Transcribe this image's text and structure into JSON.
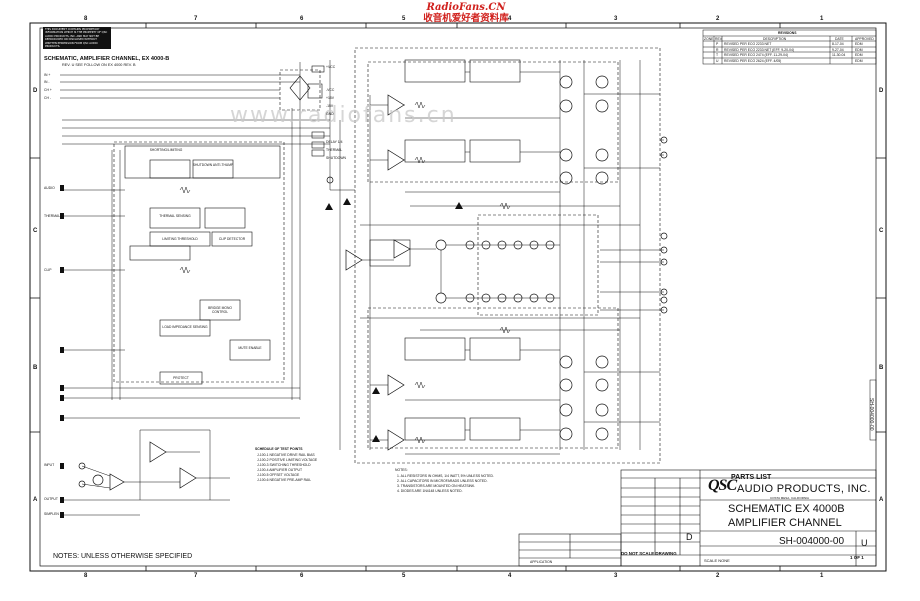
{
  "watermark": {
    "en": "RadioFans.CN",
    "zh": "收音机爱好者资料库"
  },
  "background_watermark": "www.radiofans.cn",
  "border_columns": [
    "8",
    "7",
    "6",
    "5",
    "4",
    "3",
    "2",
    "1"
  ],
  "border_rows": [
    "D",
    "C",
    "B",
    "A"
  ],
  "confidential_note": "THIS DOCUMENT CONTAINS PROPRIETARY INFORMATION WHICH IS THE PROPERTY OF QSC AUDIO PRODUCTS, INC. AND MAY NOT BE REPRODUCED OR DISCLOSED WITHOUT WRITTEN PERMISSION FROM QSC AUDIO PRODUCTS.",
  "schematic_title": "SCHEMATIC, AMPLIFIER CHANNEL, EX 4000-B",
  "schematic_subtitle": "REV. U   SEE FOLLOW ON EX 4000 REV. B",
  "revisions": {
    "header": "REVISIONS",
    "columns": [
      "ZONE",
      "REV",
      "DESCRIPTION",
      "DATE",
      "APPROVED"
    ],
    "rows": [
      [
        "",
        "P",
        "REVISED PER ECO 2233 NET",
        "8-17-04",
        "EDM"
      ],
      [
        "",
        "R",
        "REVISED PER ECO 2233 NET (EFF. 9-20-04)",
        "9-27-04",
        "EDM"
      ],
      [
        "",
        "T",
        "REVISED PER ECO 2474 (EFF. 11-29-04)",
        "11-30-04",
        "EDM"
      ],
      [
        "",
        "U",
        "REVISED PER ECO 2624 (EFF. 4/05)",
        "",
        "EDM"
      ]
    ]
  },
  "left_io_labels": [
    "IN +",
    "IN -",
    "CH +",
    "CH -",
    "AUDIO",
    "THERMAL",
    "CLIP",
    "INPUT",
    "OUTPUT",
    "SIMPLEN"
  ],
  "bus_labels": [
    "+VCC",
    "-VCC",
    "+15V",
    "-15V",
    "GND",
    "DELAY 1/4",
    "THERMAL",
    "SHUTDOWN"
  ],
  "blocks": [
    "SHORTING/LIMITING",
    "SHUTDOWN ANTI-THUMP",
    "THERMAL SENSING",
    "LIMITING THRESHOLD",
    "CLIP DETECTOR",
    "LOAD IMPEDANCE SENSING",
    "BRIDGE MONO CONTROL",
    "MUTE ENABLE",
    "PROTECT"
  ],
  "notes_block": [
    "NOTES:",
    "1. ALL RESISTORS IN OHMS, 1/4 WATT, 5% UNLESS NOTED.",
    "2. ALL CAPACITORS IN MICROFARADS UNLESS NOTED.",
    "3. TRANSISTORS ARE MOUNTED ON HEATSINK.",
    "4. DIODES ARE 1N4148 UNLESS NOTED."
  ],
  "test_points_header": "SCHEDULE OF TEST POINTS",
  "test_points": [
    "J-100-1  NEGATIVE DRIVE RAIL BIAS",
    "J-100-2  POSITIVE LIMITING VOLTAGE",
    "J-100-3  SWITCHING THRESHOLD",
    "J-100-4  AMPLIFIER OUTPUT",
    "J-100-5  OFFSET VOLTAGE",
    "J-100-6  NEGATIVE PRE-AMP RAIL"
  ],
  "parts_list": "PARTS LIST",
  "company_name": "AUDIO PRODUCTS, INC.",
  "logo_text": "QSC",
  "company_address": "COSTA MESA, CALIFORNIA",
  "document_title_1": "SCHEMATIC EX 4000B",
  "document_title_2": "AMPLIFIER CHANNEL",
  "drawing_number": "SH-004000-00",
  "revision": "U",
  "size": "D",
  "scale_line": "SCALE  NONE",
  "sheet": "1 OF 1",
  "do_not_scale": "DO NOT SCALE DRAWING",
  "application": "APPLICATION",
  "side_drawing_number": "SH-004000-00",
  "notes_unless": "NOTES: UNLESS OTHERWISE SPECIFIED",
  "colors": {
    "ink": "#111111",
    "watermark": "#d0201c",
    "background": "#ffffff"
  }
}
